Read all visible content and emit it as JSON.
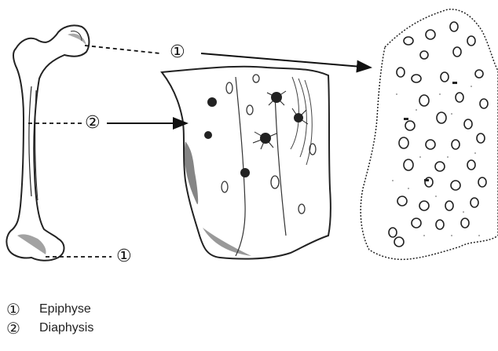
{
  "callouts": {
    "epiphysis_top": "①",
    "diaphysis": "②",
    "epiphysis_bottom": "①"
  },
  "legend": [
    {
      "marker": "①",
      "label": "Epiphyse"
    },
    {
      "marker": "②",
      "label": "Diaphysis"
    }
  ]
}
